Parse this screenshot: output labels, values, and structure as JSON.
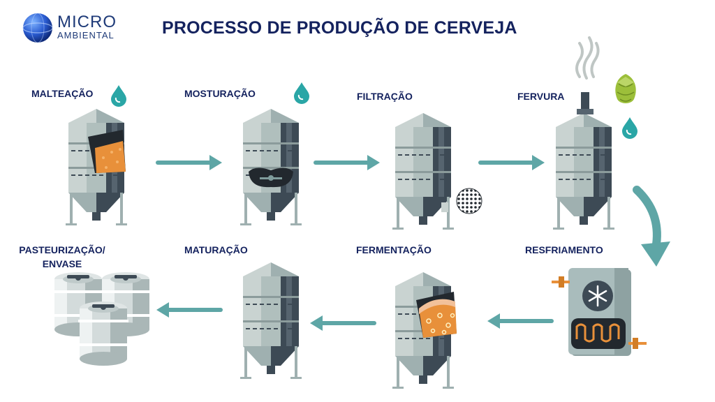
{
  "header": {
    "title": "PROCESSO DE PRODUÇÃO DE CERVEJA",
    "logo_line1": "MICRO",
    "logo_line2": "AMBIENTAL"
  },
  "steps": [
    {
      "id": "malteacao",
      "label": "MALTEAÇÃO"
    },
    {
      "id": "mosturacao",
      "label": "MOSTURAÇÃO"
    },
    {
      "id": "filtracao",
      "label": "FILTRAÇÃO"
    },
    {
      "id": "fervura",
      "label": "FERVURA"
    },
    {
      "id": "resfriamento",
      "label": "RESFRIAMENTO"
    },
    {
      "id": "fermentacao",
      "label": "FERMENTAÇÃO"
    },
    {
      "id": "maturacao",
      "label": "MATURAÇÃO"
    },
    {
      "id": "pasteurizacao",
      "label": "PASTEURIZAÇÃO/ ENVASE",
      "line1": "PASTEURIZAÇÃO/",
      "line2": "ENVASE"
    }
  ],
  "colors": {
    "title": "#14225e",
    "arrow": "#5ea6a6",
    "silo_light": "#c9d3d1",
    "silo_mid": "#9fb0b0",
    "silo_dark": "#3d4a55",
    "malt": "#e8903a",
    "water": "#2aa6a6",
    "hop": "#9cbf3a",
    "cooler": "#a9bcbc"
  }
}
